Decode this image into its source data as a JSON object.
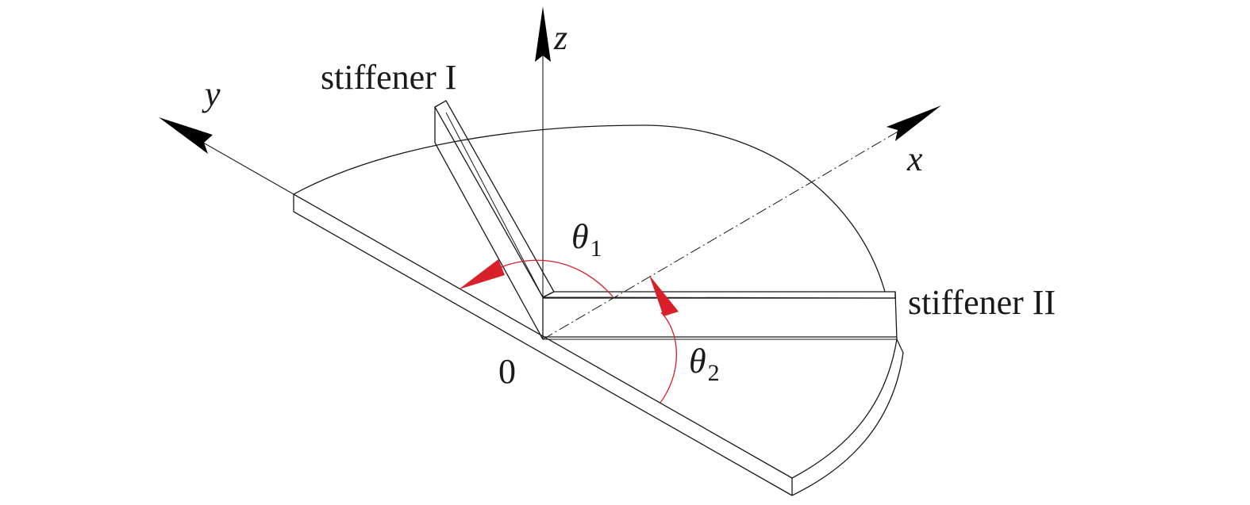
{
  "labels": {
    "stiffener_1": "stiffener I",
    "stiffener_2": "stiffener II",
    "origin": "0"
  },
  "axes": {
    "x": "x",
    "y": "y",
    "z": "z"
  },
  "angles": {
    "theta1": {
      "symbol": "θ",
      "subscript": "1"
    },
    "theta2": {
      "symbol": "θ",
      "subscript": "2"
    }
  },
  "colors": {
    "line": "#1a1a1a",
    "angle_marker": "#d8202a",
    "axis_arrow": "#000000",
    "background": "#ffffff"
  }
}
